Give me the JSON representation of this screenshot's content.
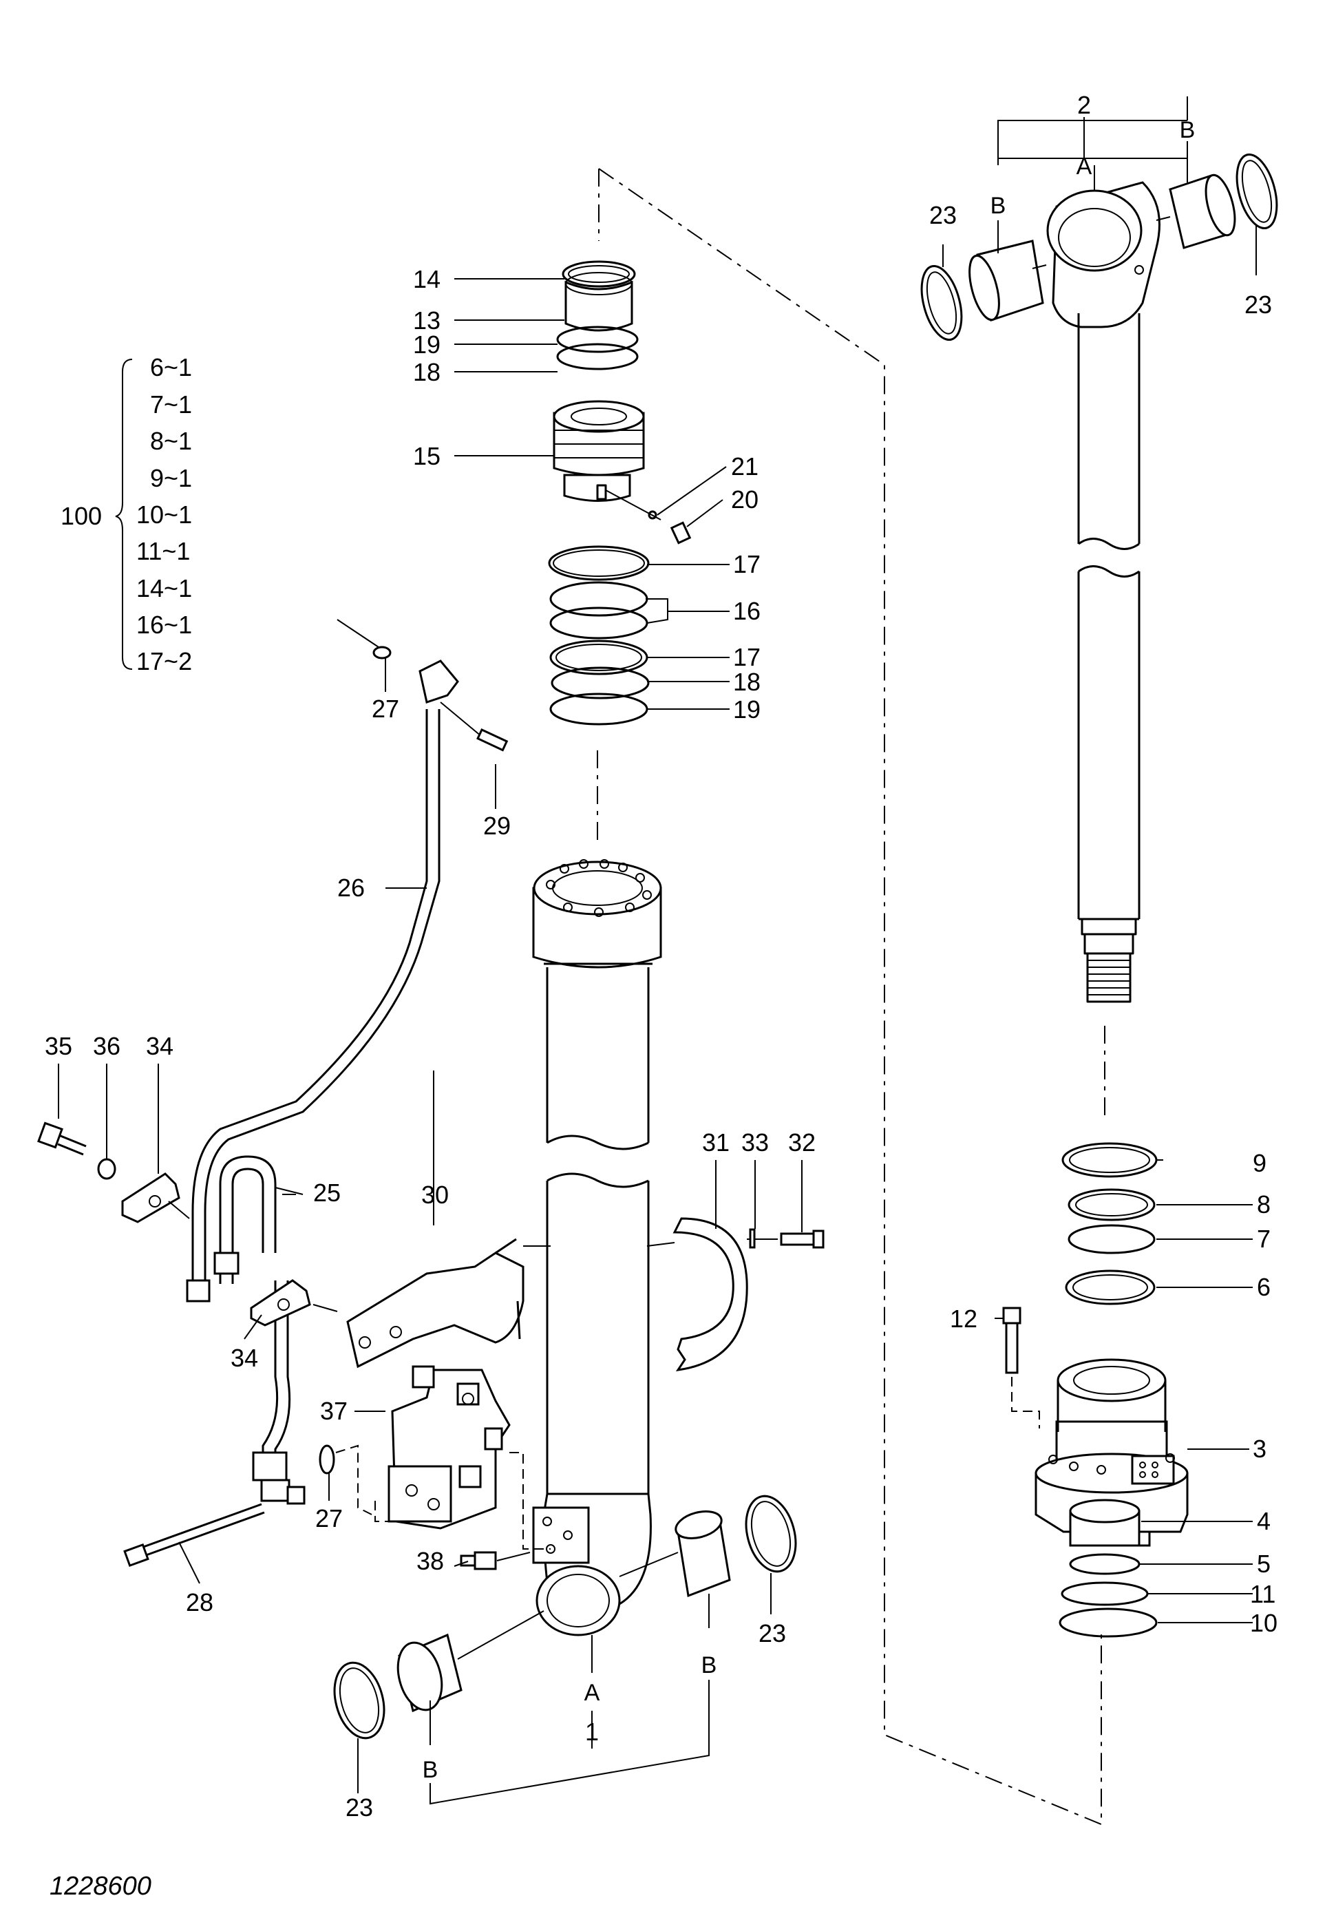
{
  "drawing_number": "1228600",
  "kit": {
    "label": "100",
    "items": [
      "6~1",
      "7~1",
      "8~1",
      "9~1",
      "10~1",
      "11~1",
      "14~1",
      "16~1",
      "17~2"
    ]
  },
  "callouts": {
    "p1": "1",
    "p2": "2",
    "p3": "3",
    "p4": "4",
    "p5": "5",
    "p6": "6",
    "p7": "7",
    "p8": "8",
    "p9": "9",
    "p10": "10",
    "p11": "11",
    "p12": "12",
    "p13": "13",
    "p14": "14",
    "p15": "15",
    "p16": "16",
    "p17a": "17",
    "p17b": "17",
    "p18a": "18",
    "p18b": "18",
    "p19a": "19",
    "p19b": "19",
    "p20": "20",
    "p21": "21",
    "p23a": "23",
    "p23b": "23",
    "p23c": "23",
    "p23d": "23",
    "p25": "25",
    "p26": "26",
    "p27a": "27",
    "p27b": "27",
    "p28": "28",
    "p29": "29",
    "p30": "30",
    "p31": "31",
    "p32": "32",
    "p33": "33",
    "p34a": "34",
    "p34b": "34",
    "p35": "35",
    "p36": "36",
    "p37": "37",
    "p38": "38"
  },
  "sub_refs": {
    "a_top": "A",
    "b_top_left": "B",
    "b_top_right": "B",
    "a_bottom": "A",
    "b_bottom_left": "B",
    "b_bottom_right": "B"
  }
}
